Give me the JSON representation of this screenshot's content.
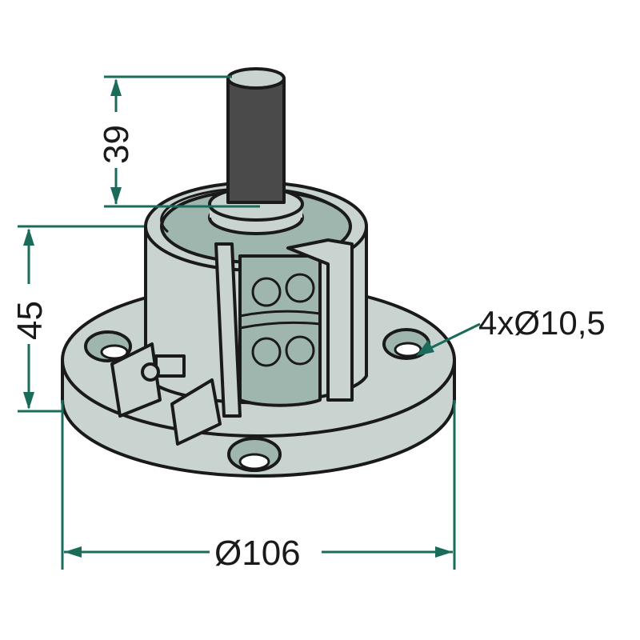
{
  "drawing": {
    "dimension_height_shaft": "39",
    "dimension_height_total": "45",
    "dimension_holes": "4xØ10,5",
    "dimension_diameter": "Ø106"
  },
  "colors": {
    "part_light": "#c9d4d0",
    "part_dark": "#9fb6ae",
    "dimension_line": "#1a6b5a",
    "outline": "#1a1a1a"
  }
}
